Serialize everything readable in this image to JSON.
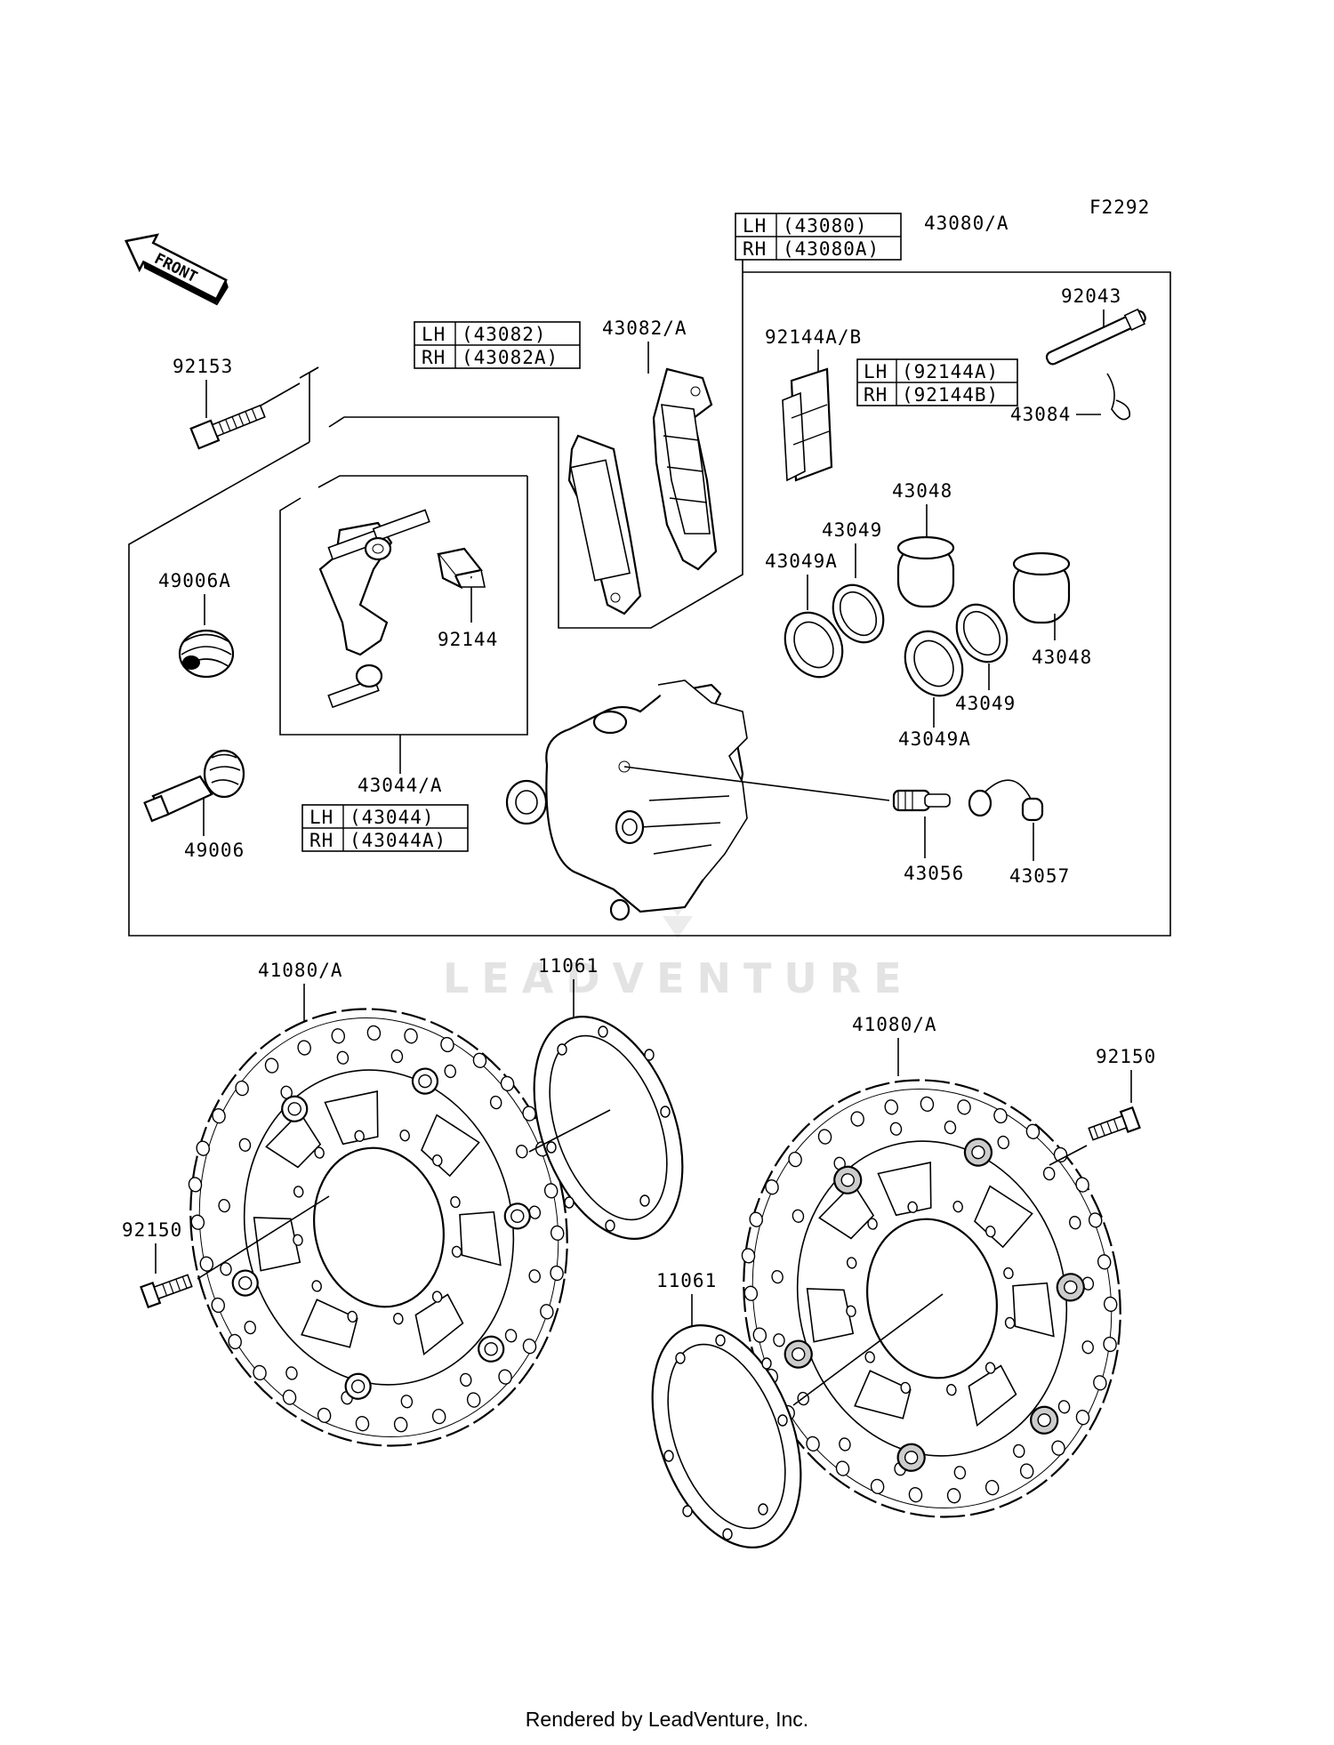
{
  "diagram_id": "F2292",
  "front_label": "FRONT",
  "watermark": "LEADVENTURE",
  "labels": {
    "p43080A": "43080/A",
    "p92043": "92043",
    "p92144AB": "92144A/B",
    "p43084": "43084",
    "p43082A": "43082/A",
    "p92153": "92153",
    "p49006A": "49006A",
    "p92144": "92144",
    "p43048_top": "43048",
    "p43049_top": "43049",
    "p43049A_top": "43049A",
    "p43048_right": "43048",
    "p43049_bottom": "43049",
    "p43049A_bottom": "43049A",
    "p43044A": "43044/A",
    "p49006": "49006",
    "p43056": "43056",
    "p43057": "43057",
    "p41080A_left": "41080/A",
    "p11061_top": "11061",
    "p41080A_right": "41080/A",
    "p92150_right": "92150",
    "p92150_left": "92150",
    "p11061_bottom": "11061"
  },
  "tables": {
    "t43080": {
      "lh": "LH",
      "lh_val": "(43080)",
      "rh": "RH",
      "rh_val": "(43080A)"
    },
    "t43082": {
      "lh": "LH",
      "lh_val": "(43082)",
      "rh": "RH",
      "rh_val": "(43082A)"
    },
    "t92144": {
      "lh": "LH",
      "lh_val": "(92144A)",
      "rh": "RH",
      "rh_val": "(92144B)"
    },
    "t43044": {
      "lh": "LH",
      "lh_val": "(43044)",
      "rh": "RH",
      "rh_val": "(43044A)"
    }
  },
  "footer": "Rendered by LeadVenture, Inc."
}
